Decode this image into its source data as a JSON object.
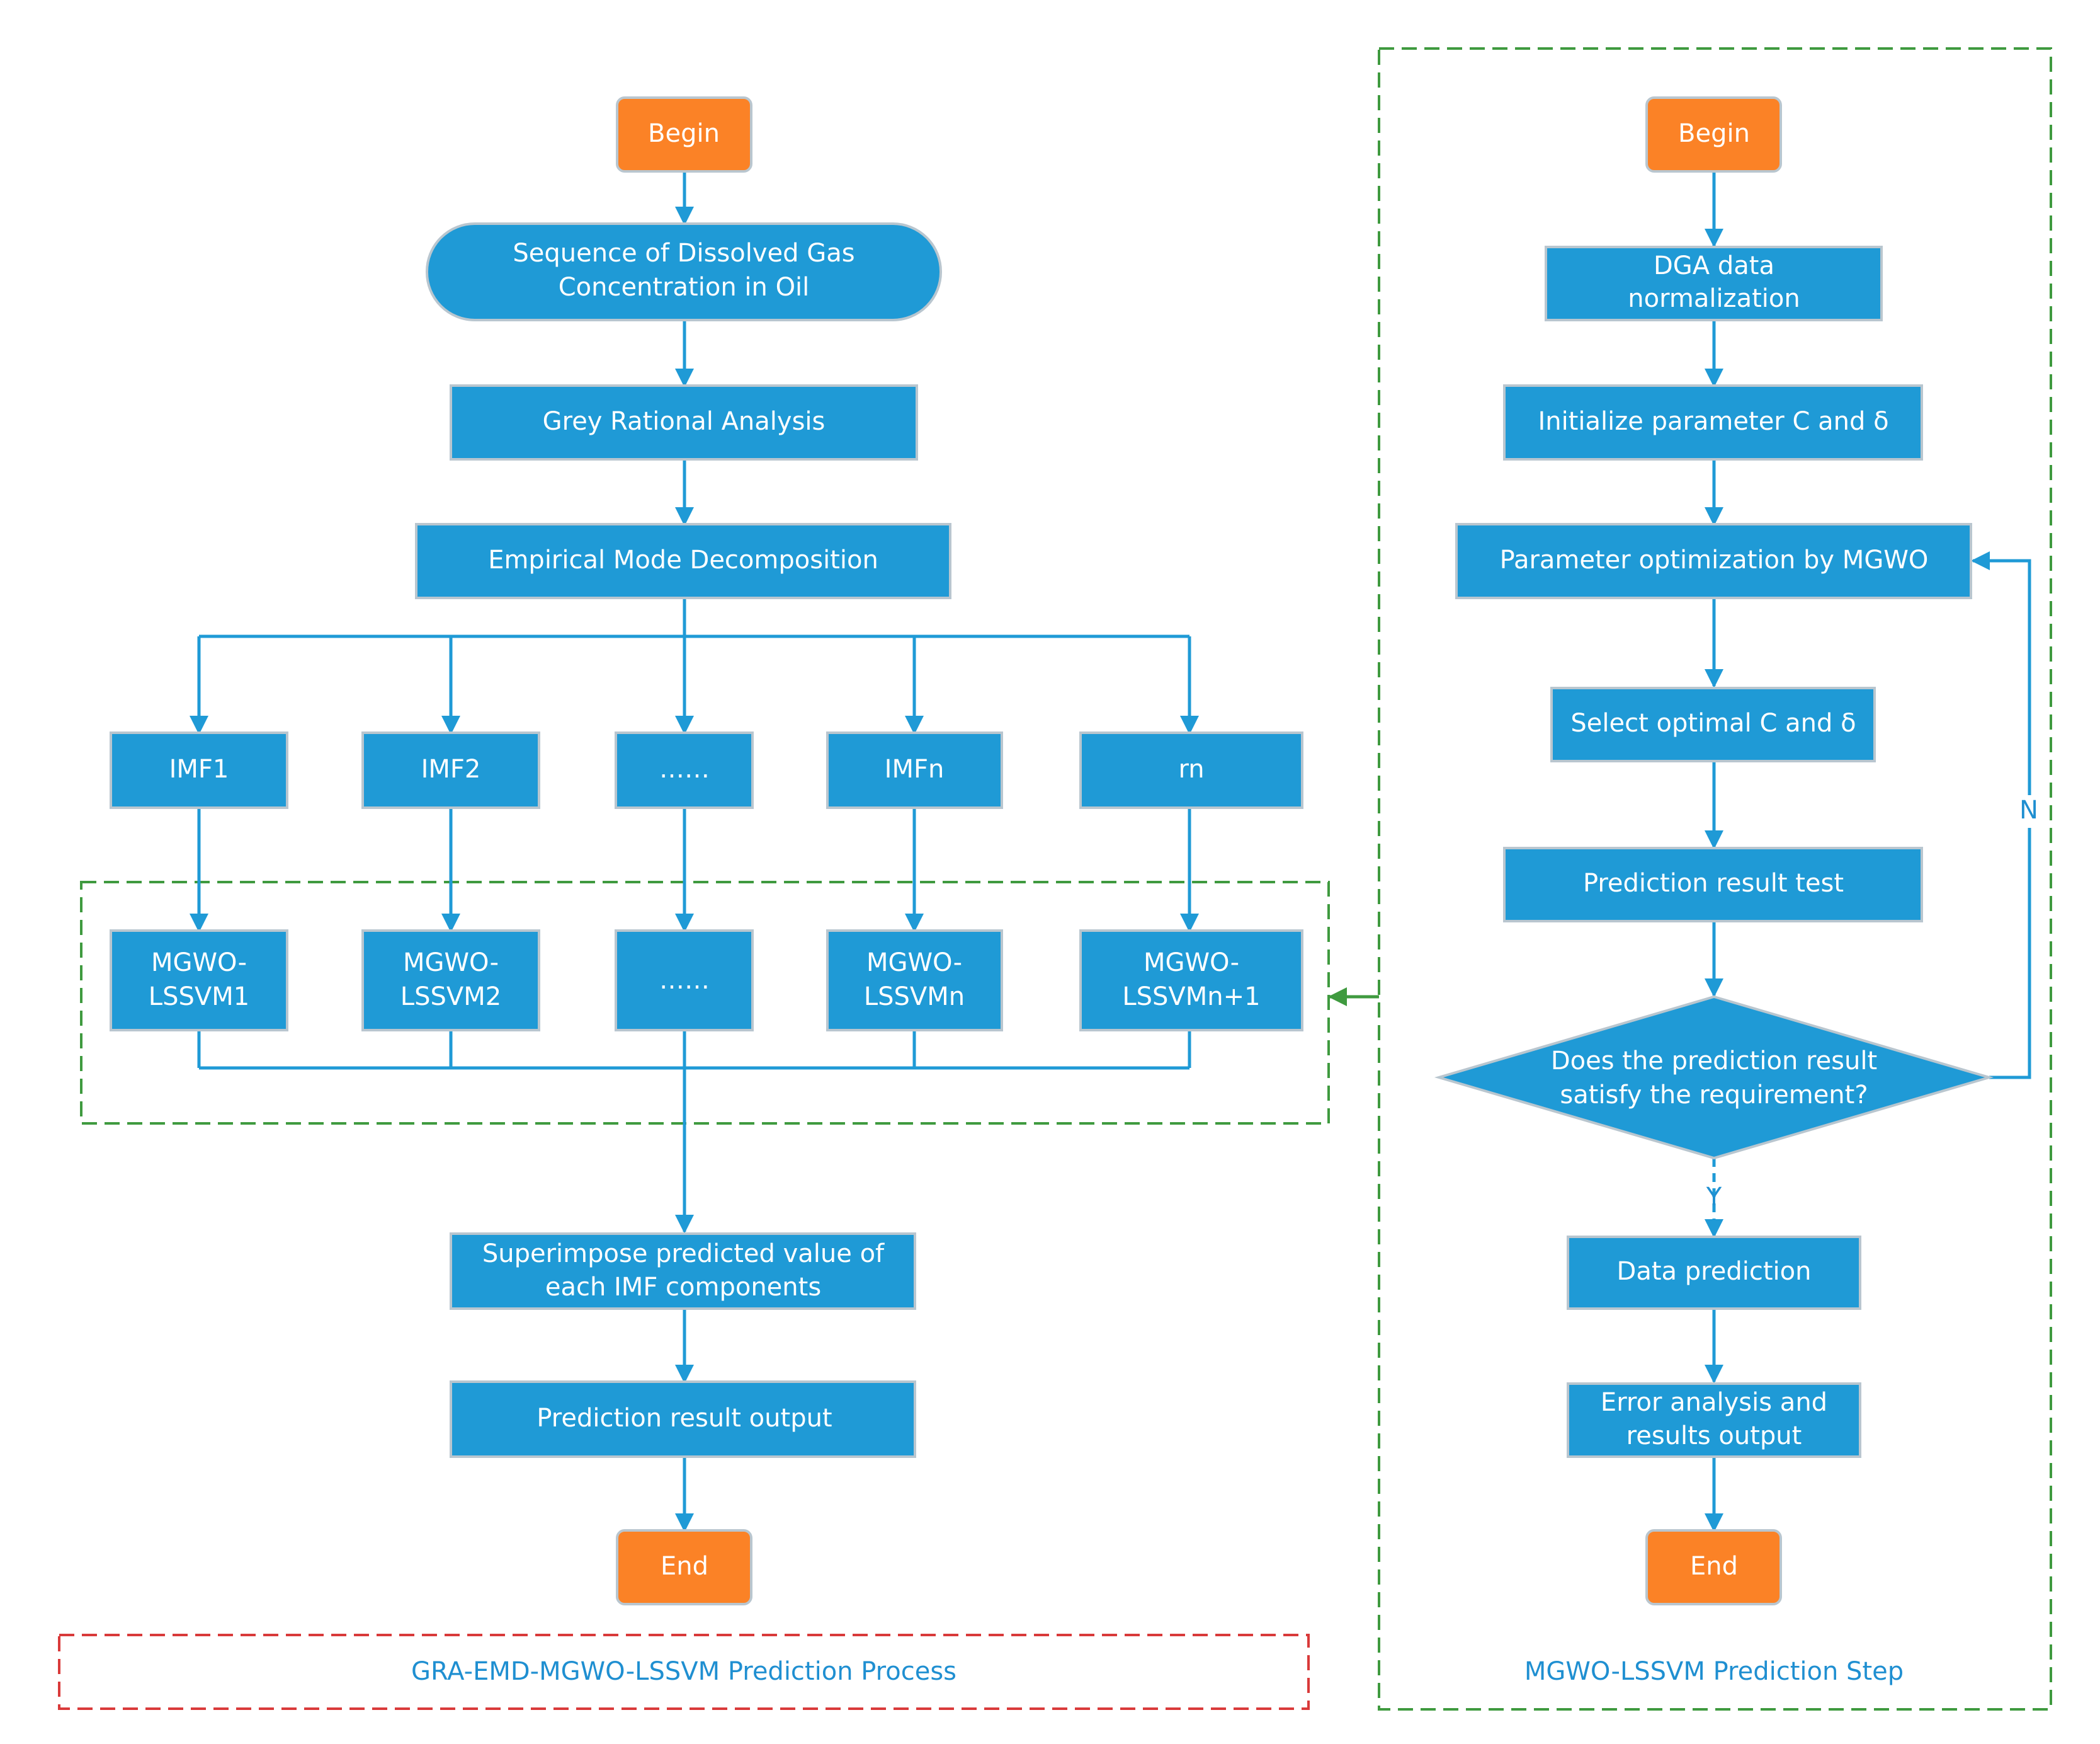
{
  "left": {
    "begin": "Begin",
    "sequence": [
      "Sequence of Dissolved Gas",
      "Concentration in Oil"
    ],
    "gra": "Grey Rational Analysis",
    "emd": "Empirical Mode Decomposition",
    "components": [
      "IMF1",
      "IMF2",
      "……",
      "IMFn",
      "rn"
    ],
    "models": [
      [
        "MGWO-",
        "LSSVM1"
      ],
      [
        "MGWO-",
        "LSSVM2"
      ],
      [
        "……"
      ],
      [
        "MGWO-",
        "LSSVMn"
      ],
      [
        "MGWO-",
        "LSSVMn+1"
      ]
    ],
    "superimpose": [
      "Superimpose predicted value of",
      "each IMF components"
    ],
    "output": "Prediction result output",
    "end": "End",
    "caption": "GRA-EMD-MGWO-LSSVM Prediction Process"
  },
  "right": {
    "begin": "Begin",
    "normalize": [
      "DGA data",
      "normalization"
    ],
    "init": "Initialize parameter C and δ",
    "optimize": "Parameter optimization by MGWO",
    "select": "Select optimal C and δ",
    "test": "Prediction result test",
    "decision": [
      "Does the prediction result",
      "satisfy the requirement?"
    ],
    "no_label": "N",
    "yes_label": "Y",
    "predict": "Data prediction",
    "error": [
      "Error analysis and",
      "results output"
    ],
    "end": "End",
    "caption": "MGWO-LSSVM Prediction Step"
  },
  "colors": {
    "process_box": "#1f9ad6",
    "terminal": "#fb8226",
    "group_border": "#3f9a3f",
    "caption_border": "#d93a3a"
  }
}
